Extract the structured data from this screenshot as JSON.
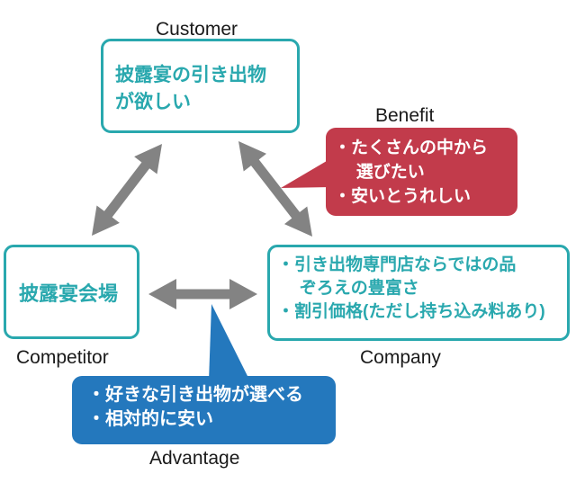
{
  "labels": {
    "customer": "Customer",
    "benefit": "Benefit",
    "competitor": "Competitor",
    "company": "Company",
    "advantage": "Advantage"
  },
  "boxes": {
    "customer": {
      "line1": "披露宴の引き出物",
      "line2": "が欲しい"
    },
    "competitor": {
      "line1": "披露宴会場"
    },
    "company": {
      "line1": "・引き出物専門店ならではの品",
      "line2": "ぞろえの豊富さ",
      "line3": "・割引価格(ただし持ち込み料あり)"
    },
    "benefit": {
      "line1": "・たくさんの中から",
      "line2": "選びたい",
      "line3": "・安いとうれしい"
    },
    "advantage": {
      "line1": "・好きな引き出物が選べる",
      "line2": "・相対的に安い"
    }
  },
  "colors": {
    "teal": "#29a8ae",
    "red": "#c23b4b",
    "blue": "#2478bd",
    "gray": "#838383"
  }
}
